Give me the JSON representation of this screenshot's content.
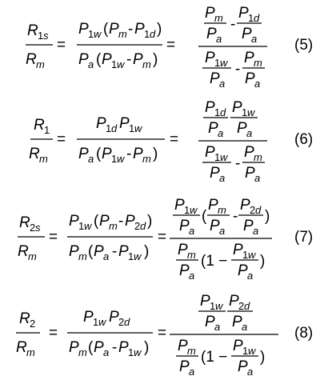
{
  "equations": [
    {
      "number": "(5)",
      "lhs": {
        "num": "R1s",
        "den": "Rm"
      },
      "mid": {
        "num": "P1w (Pm - P1d)",
        "den": "Pa (P1w - Pm)"
      },
      "rhs": {
        "num": "Pm/Pa - P1d/Pa",
        "den": "P1w/Pa - Pm/Pa"
      }
    },
    {
      "number": "(6)",
      "lhs": {
        "num": "R1",
        "den": "Rm"
      },
      "mid": {
        "num": "P1d P1w",
        "den": "Pa (P1w - Pm)"
      },
      "rhs": {
        "num": "P1d/Pa P1w/Pa",
        "den": "P1w/Pa - Pm/Pa"
      }
    },
    {
      "number": "(7)",
      "lhs": {
        "num": "R2s",
        "den": "Rm"
      },
      "mid": {
        "num": "P1w (Pm - P2d)",
        "den": "Pm (Pa - P1w)"
      },
      "rhs": {
        "num": "P1w/Pa (Pm/Pa - P2d/Pa)",
        "den": "Pm/Pa (1 - P1w/Pa)"
      }
    },
    {
      "number": "(8)",
      "lhs": {
        "num": "R2",
        "den": "Rm"
      },
      "mid": {
        "num": "P1w P2d",
        "den": "Pm (Pa - P1w)"
      },
      "rhs": {
        "num": "P1w/Pa P2d/Pa",
        "den": "Pm/Pa (1 - P1w/Pa)"
      }
    }
  ]
}
